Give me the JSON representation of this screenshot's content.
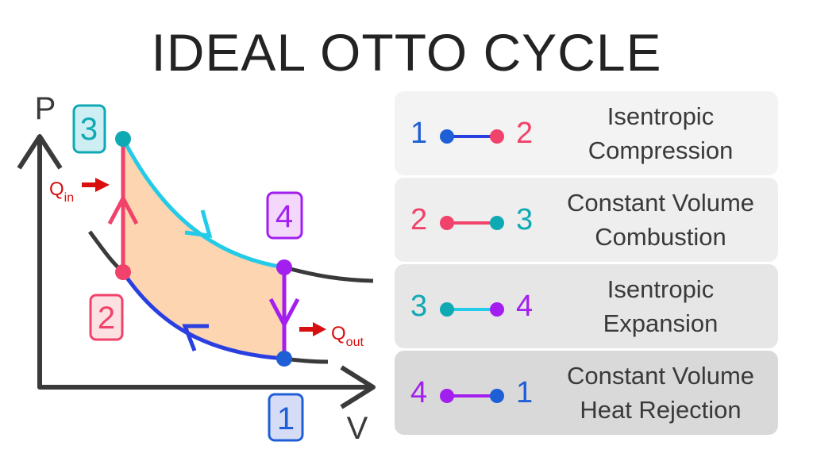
{
  "title": "IDEAL OTTO CYCLE",
  "axes": {
    "y": "P",
    "x": "V"
  },
  "points": {
    "p1": "1",
    "p2": "2",
    "p3": "3",
    "p4": "4"
  },
  "heat": {
    "in_main": "Q",
    "in_sub": "in",
    "out_main": "Q",
    "out_sub": "out"
  },
  "colors": {
    "p1": "#1f5fd6",
    "p2": "#f0426a",
    "p3": "#0fa9b4",
    "p4": "#a31ff0",
    "seg12": "#2a3fe0",
    "seg34": "#24cbe8",
    "fill": "#fdd5b0",
    "axis": "#3a3a3a",
    "heat": "#d90f0f"
  },
  "legend": [
    {
      "from": "1",
      "to": "2",
      "line1": "Isentropic",
      "line2": "Compression"
    },
    {
      "from": "2",
      "to": "3",
      "line1": "Constant Volume",
      "line2": "Combustion"
    },
    {
      "from": "3",
      "to": "4",
      "line1": "Isentropic",
      "line2": "Expansion"
    },
    {
      "from": "4",
      "to": "1",
      "line1": "Constant Volume",
      "line2": "Heat Rejection"
    }
  ]
}
